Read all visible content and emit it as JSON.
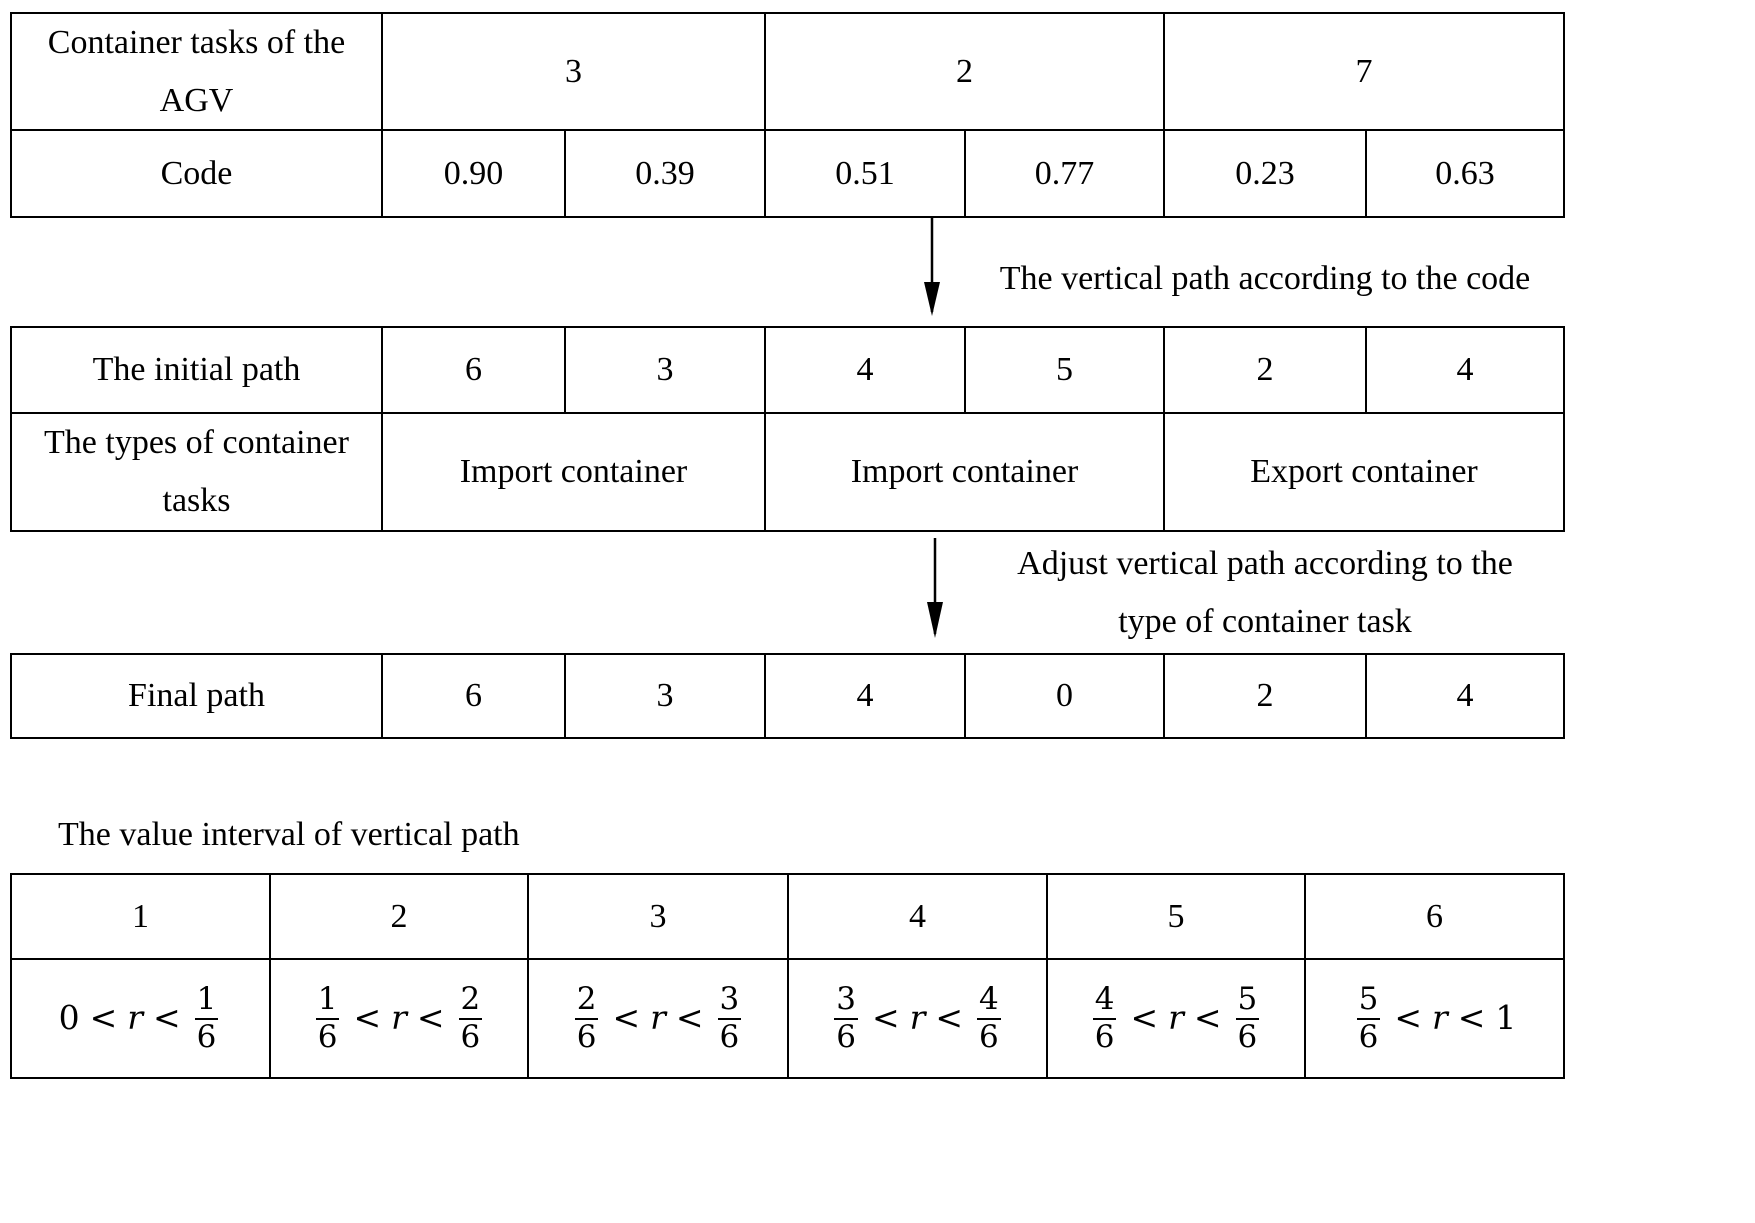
{
  "table_top": {
    "row1_header": "Container tasks of the AGV",
    "row1_values": [
      "3",
      "2",
      "7"
    ],
    "row2_header": "Code",
    "row2_values": [
      "0.90",
      "0.39",
      "0.51",
      "0.77",
      "0.23",
      "0.63"
    ]
  },
  "arrow1_label": "The vertical path according to the code",
  "table_mid": {
    "row1_header": "The initial path",
    "row1_values": [
      "6",
      "3",
      "4",
      "5",
      "2",
      "4"
    ],
    "row2_header": "The types of container tasks",
    "row2_values": [
      "Import container",
      "Import container",
      "Export container"
    ]
  },
  "arrow2_label": "Adjust vertical path according to the type of container task",
  "table_final": {
    "header": "Final path",
    "values": [
      "6",
      "3",
      "4",
      "0",
      "2",
      "4"
    ]
  },
  "interval_title": "The value interval of vertical path",
  "interval_table": {
    "paths": [
      "1",
      "2",
      "3",
      "4",
      "5",
      "6"
    ],
    "intervals": [
      {
        "left": "0",
        "left_frac": null,
        "var": "r",
        "right": null,
        "right_frac": [
          "1",
          "6"
        ]
      },
      {
        "left": null,
        "left_frac": [
          "1",
          "6"
        ],
        "var": "r",
        "right": null,
        "right_frac": [
          "2",
          "6"
        ]
      },
      {
        "left": null,
        "left_frac": [
          "2",
          "6"
        ],
        "var": "r",
        "right": null,
        "right_frac": [
          "3",
          "6"
        ]
      },
      {
        "left": null,
        "left_frac": [
          "3",
          "6"
        ],
        "var": "r",
        "right": null,
        "right_frac": [
          "4",
          "6"
        ]
      },
      {
        "left": null,
        "left_frac": [
          "4",
          "6"
        ],
        "var": "r",
        "right": null,
        "right_frac": [
          "5",
          "6"
        ]
      },
      {
        "left": null,
        "left_frac": [
          "5",
          "6"
        ],
        "var": "r",
        "right": "1",
        "right_frac": null
      }
    ],
    "relation_symbol": "<"
  }
}
